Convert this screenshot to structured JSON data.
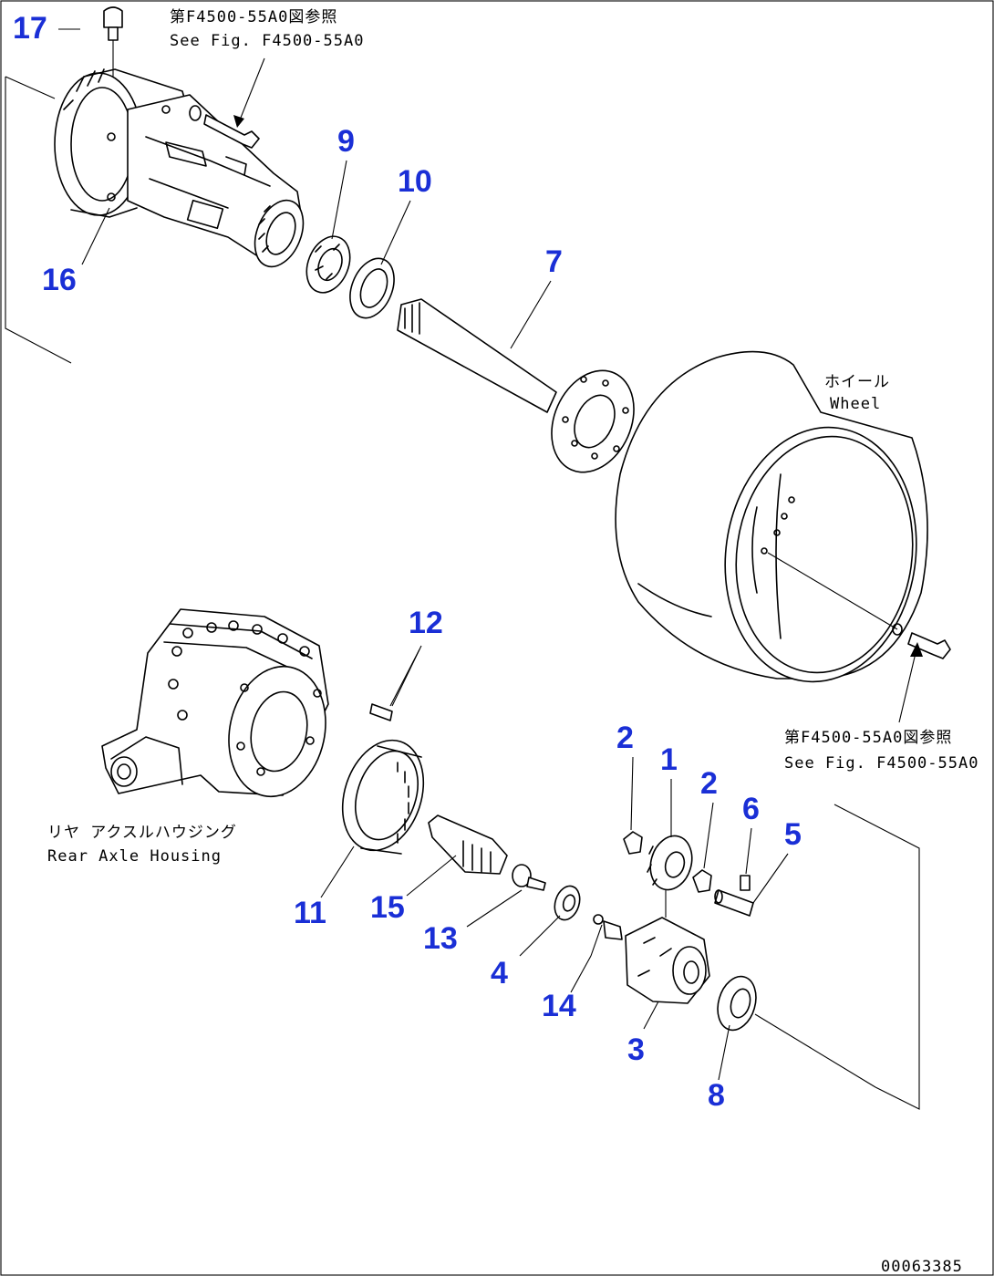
{
  "references": {
    "top_jp": "第F4500-55A0図参照",
    "top_en": "See Fig. F4500-55A0",
    "right_jp": "第F4500-55A0図参照",
    "right_en": "See Fig. F4500-55A0"
  },
  "labels": {
    "wheel_jp": "ホイール",
    "wheel_en": "Wheel",
    "housing_jp": "リヤ アクスルハウジング",
    "housing_en": "Rear Axle Housing"
  },
  "part_numbers": {
    "p1": "1",
    "p2a": "2",
    "p2b": "2",
    "p3": "3",
    "p4": "4",
    "p5": "5",
    "p6": "6",
    "p7": "7",
    "p8": "8",
    "p9": "9",
    "p10": "10",
    "p11": "11",
    "p12": "12",
    "p13": "13",
    "p14": "14",
    "p15": "15",
    "p16": "16",
    "p17": "17"
  },
  "drawing_code": "00063385",
  "colors": {
    "part_number": "#1a2fd6",
    "line": "#000000",
    "background": "#ffffff"
  }
}
